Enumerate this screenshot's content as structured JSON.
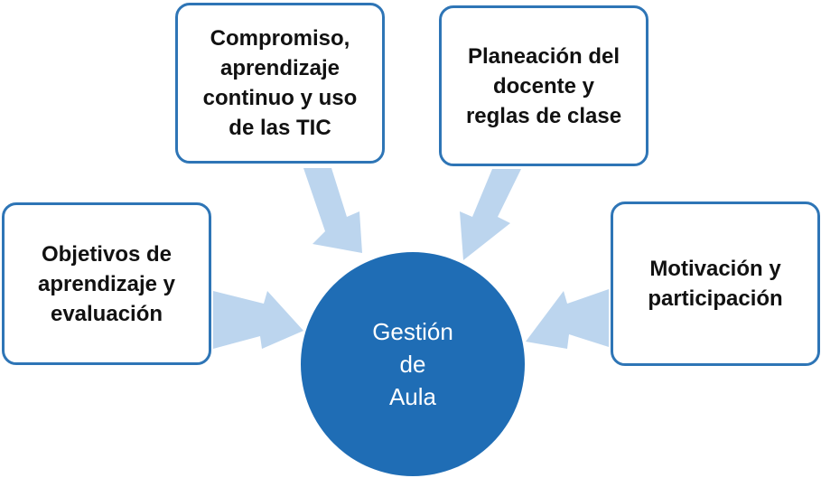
{
  "colors": {
    "hub_fill": "#1f6db5",
    "box_border": "#2e75b6",
    "arrow_fill": "#bcd5ee",
    "box_text": "#111111",
    "hub_text": "#ffffff"
  },
  "hub": {
    "lines": [
      "Gestión",
      "de",
      "Aula"
    ]
  },
  "boxes": {
    "compromiso": {
      "lines": [
        "Compromiso,",
        "aprendizaje",
        "continuo y uso",
        "de las TIC"
      ]
    },
    "planeacion": {
      "lines": [
        "Planeación del",
        "docente y",
        "reglas de clase"
      ]
    },
    "objetivos": {
      "lines": [
        "Objetivos de",
        "aprendizaje y",
        "evaluación"
      ]
    },
    "motivacion": {
      "lines": [
        "Motivación y",
        "participación"
      ]
    }
  }
}
